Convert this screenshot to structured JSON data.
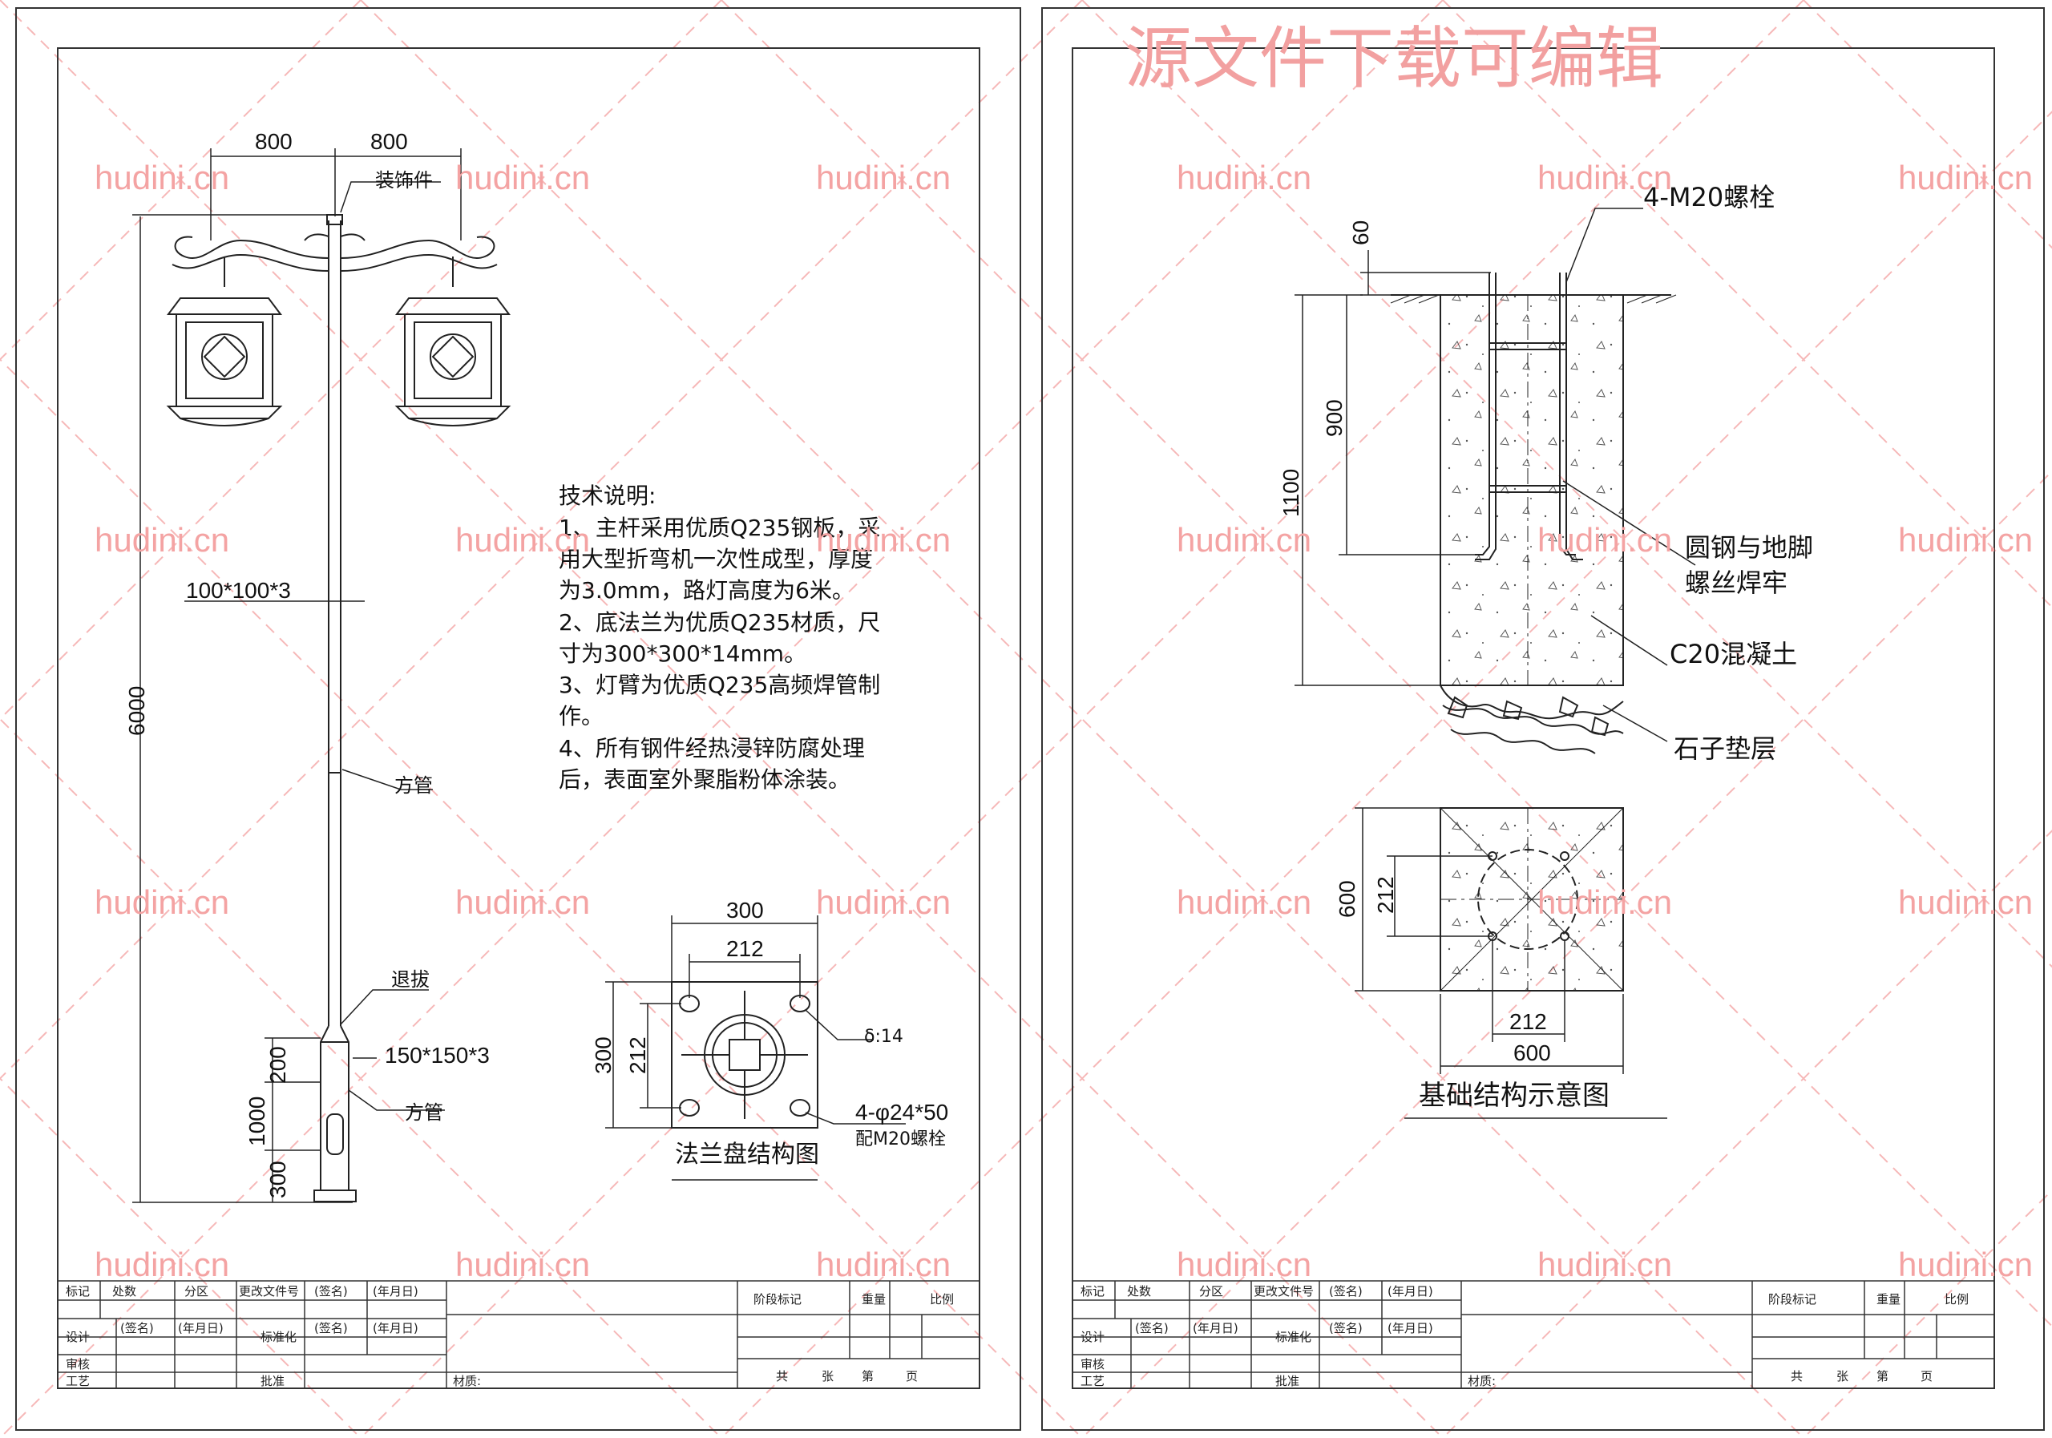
{
  "watermark": {
    "top_banner": "源文件下载可编辑",
    "site": "hudini.cn"
  },
  "left_sheet": {
    "dims": {
      "arm_left": "800",
      "arm_right": "800",
      "pole_size": "100*100*3",
      "height_total": "6000",
      "base_height": "1000",
      "base_top": "200",
      "base_bottom": "300",
      "base_size": "150*150*3"
    },
    "callouts": {
      "ornament": "装饰件",
      "square_tube_upper": "方管",
      "taper": "退拔",
      "square_tube_lower": "方管"
    },
    "notes": {
      "title": "技术说明:",
      "lines": [
        "1、主杆采用优质Q235钢板，采",
        "用大型折弯机一次性成型，厚度",
        "为3.0mm，路灯高度为6米。",
        "2、底法兰为优质Q235材质，尺",
        "寸为300*300*14mm。",
        "3、灯臂为优质Q235高频焊管制",
        "作。",
        "4、所有钢件经热浸锌防腐处理",
        "后，表面室外聚脂粉体涂装。"
      ]
    },
    "flange": {
      "outer": "300",
      "inner": "212",
      "side_outer": "300",
      "side_inner": "212",
      "thickness": "δ:14",
      "holes": "4-φ24*50",
      "bolts": "配M20螺栓",
      "title": "法兰盘结构图"
    }
  },
  "right_sheet": {
    "dims": {
      "bolt_top": "60",
      "embed": "900",
      "depth": "1100",
      "plan_side": "600",
      "plan_inner": "212",
      "plan_bottom_inner": "212",
      "plan_bottom_outer": "600"
    },
    "callouts": {
      "bolts": "4-M20螺栓",
      "weld_1": "圆钢与地脚",
      "weld_2": "螺丝焊牢",
      "concrete": "C20混凝土",
      "gravel": "石子垫层"
    },
    "title": "基础结构示意图"
  },
  "title_block": {
    "mark": "标记",
    "count": "处数",
    "zone": "分区",
    "change_doc": "更改文件号",
    "signature": "(签名)",
    "date": "(年月日)",
    "design": "设计",
    "standardize": "标准化",
    "review": "审核",
    "process": "工艺",
    "approve": "批准",
    "material": "材质:",
    "stage_mark": "阶段标记",
    "weight": "重量",
    "scale": "比例",
    "total": "共",
    "sheets": "张",
    "page_no": "第",
    "page": "页"
  }
}
